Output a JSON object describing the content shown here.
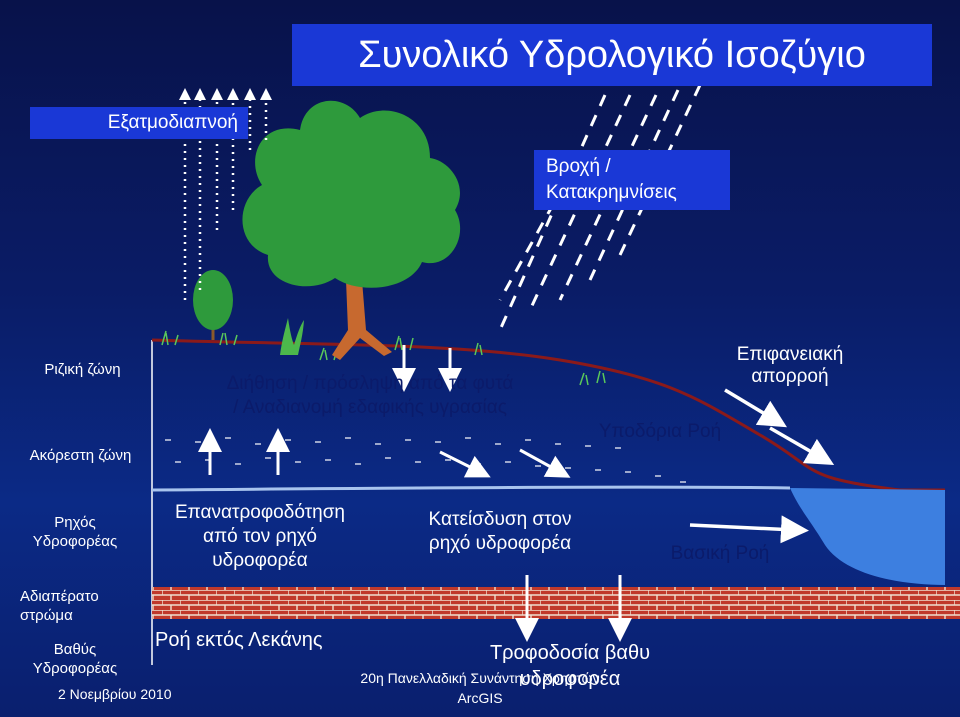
{
  "title": "Συνολικό Υδρολογικό Ισοζύγιο",
  "evaporation": "Εξατμοδιαπνοή",
  "rain_line1": "Βροχή /",
  "rain_line2": "Κατακρημνίσεις",
  "zones": {
    "root": "Ριζική ζώνη",
    "unsaturated": "Ακόρεστη ζώνη",
    "shallow_l1": "Ρηχός",
    "shallow_l2": "Υδροφορέας",
    "impermeable_l1": "Αδιαπέρατο",
    "impermeable_l2": "στρώμα",
    "deep_l1": "Βαθύς",
    "deep_l2": "Υδροφορέας"
  },
  "labels": {
    "infiltration_l1": "Διήθηση / πρόσληψη από τα φυτά",
    "infiltration_l2": "/ Αναδιανομή εδαφικής υγρασίας",
    "subsurface": "Υποδόρια Ροή",
    "surface_l1": "Επιφανειακή",
    "surface_l2": "απορροή",
    "recharge_l1": "Επανατροφοδότηση",
    "recharge_l2": "από τον ρηχό",
    "recharge_l3": "υδροφορέα",
    "percolation_l1": "Κατείσδυση στον",
    "percolation_l2": "ρηχό υδροφορέα",
    "baseflow": "Βασική Ροή",
    "outflow": "Ροή εκτός Λεκάνης",
    "deep_feed_l1": "Τροφοδοσία βαθυ",
    "deep_feed_l2": "υδροφορέα"
  },
  "footer": {
    "date": "2 Νοεμβρίου 2010",
    "conf_l1": "20η Πανελλαδική Συνάντηση Χρηστών",
    "conf_l2": "ArcGIS"
  },
  "colors": {
    "background": "#0a1c66",
    "label_box": "#1a38d6",
    "tree_canopy": "#2e9a3c",
    "trunk": "#c7692f",
    "ground_line": "#8b1a1a",
    "water": "#3d7fe0",
    "brick": "#c0392b"
  }
}
